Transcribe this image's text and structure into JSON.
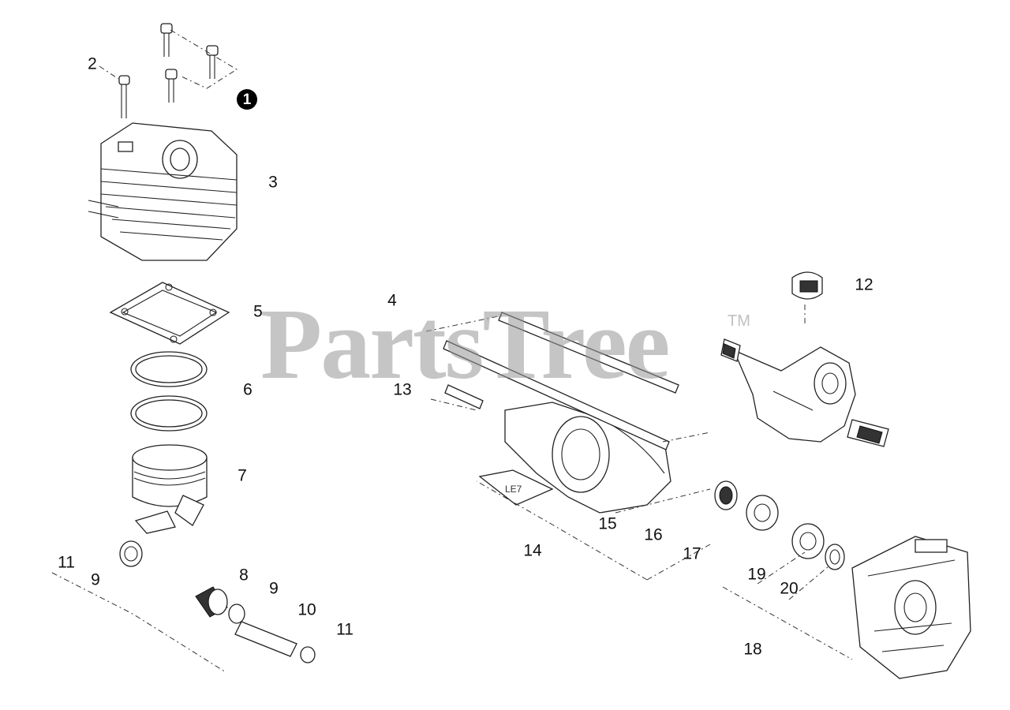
{
  "watermark": {
    "text": "PartsTree",
    "trademark": "TM"
  },
  "callouts": [
    {
      "id": "c1",
      "text": "1",
      "circled": true
    },
    {
      "id": "c2",
      "text": "2"
    },
    {
      "id": "c3",
      "text": "3"
    },
    {
      "id": "c4",
      "text": "4"
    },
    {
      "id": "c5",
      "text": "5"
    },
    {
      "id": "c6",
      "text": "6"
    },
    {
      "id": "c7",
      "text": "7"
    },
    {
      "id": "c8",
      "text": "8"
    },
    {
      "id": "c9a",
      "text": "9"
    },
    {
      "id": "c9b",
      "text": "9"
    },
    {
      "id": "c10",
      "text": "10"
    },
    {
      "id": "c11a",
      "text": "11"
    },
    {
      "id": "c11b",
      "text": "11"
    },
    {
      "id": "c12",
      "text": "12"
    },
    {
      "id": "c13",
      "text": "13"
    },
    {
      "id": "c14",
      "text": "14"
    },
    {
      "id": "c15",
      "text": "15"
    },
    {
      "id": "c16",
      "text": "16"
    },
    {
      "id": "c17",
      "text": "17"
    },
    {
      "id": "c18",
      "text": "18"
    },
    {
      "id": "c19",
      "text": "19"
    },
    {
      "id": "c20",
      "text": "20"
    }
  ]
}
